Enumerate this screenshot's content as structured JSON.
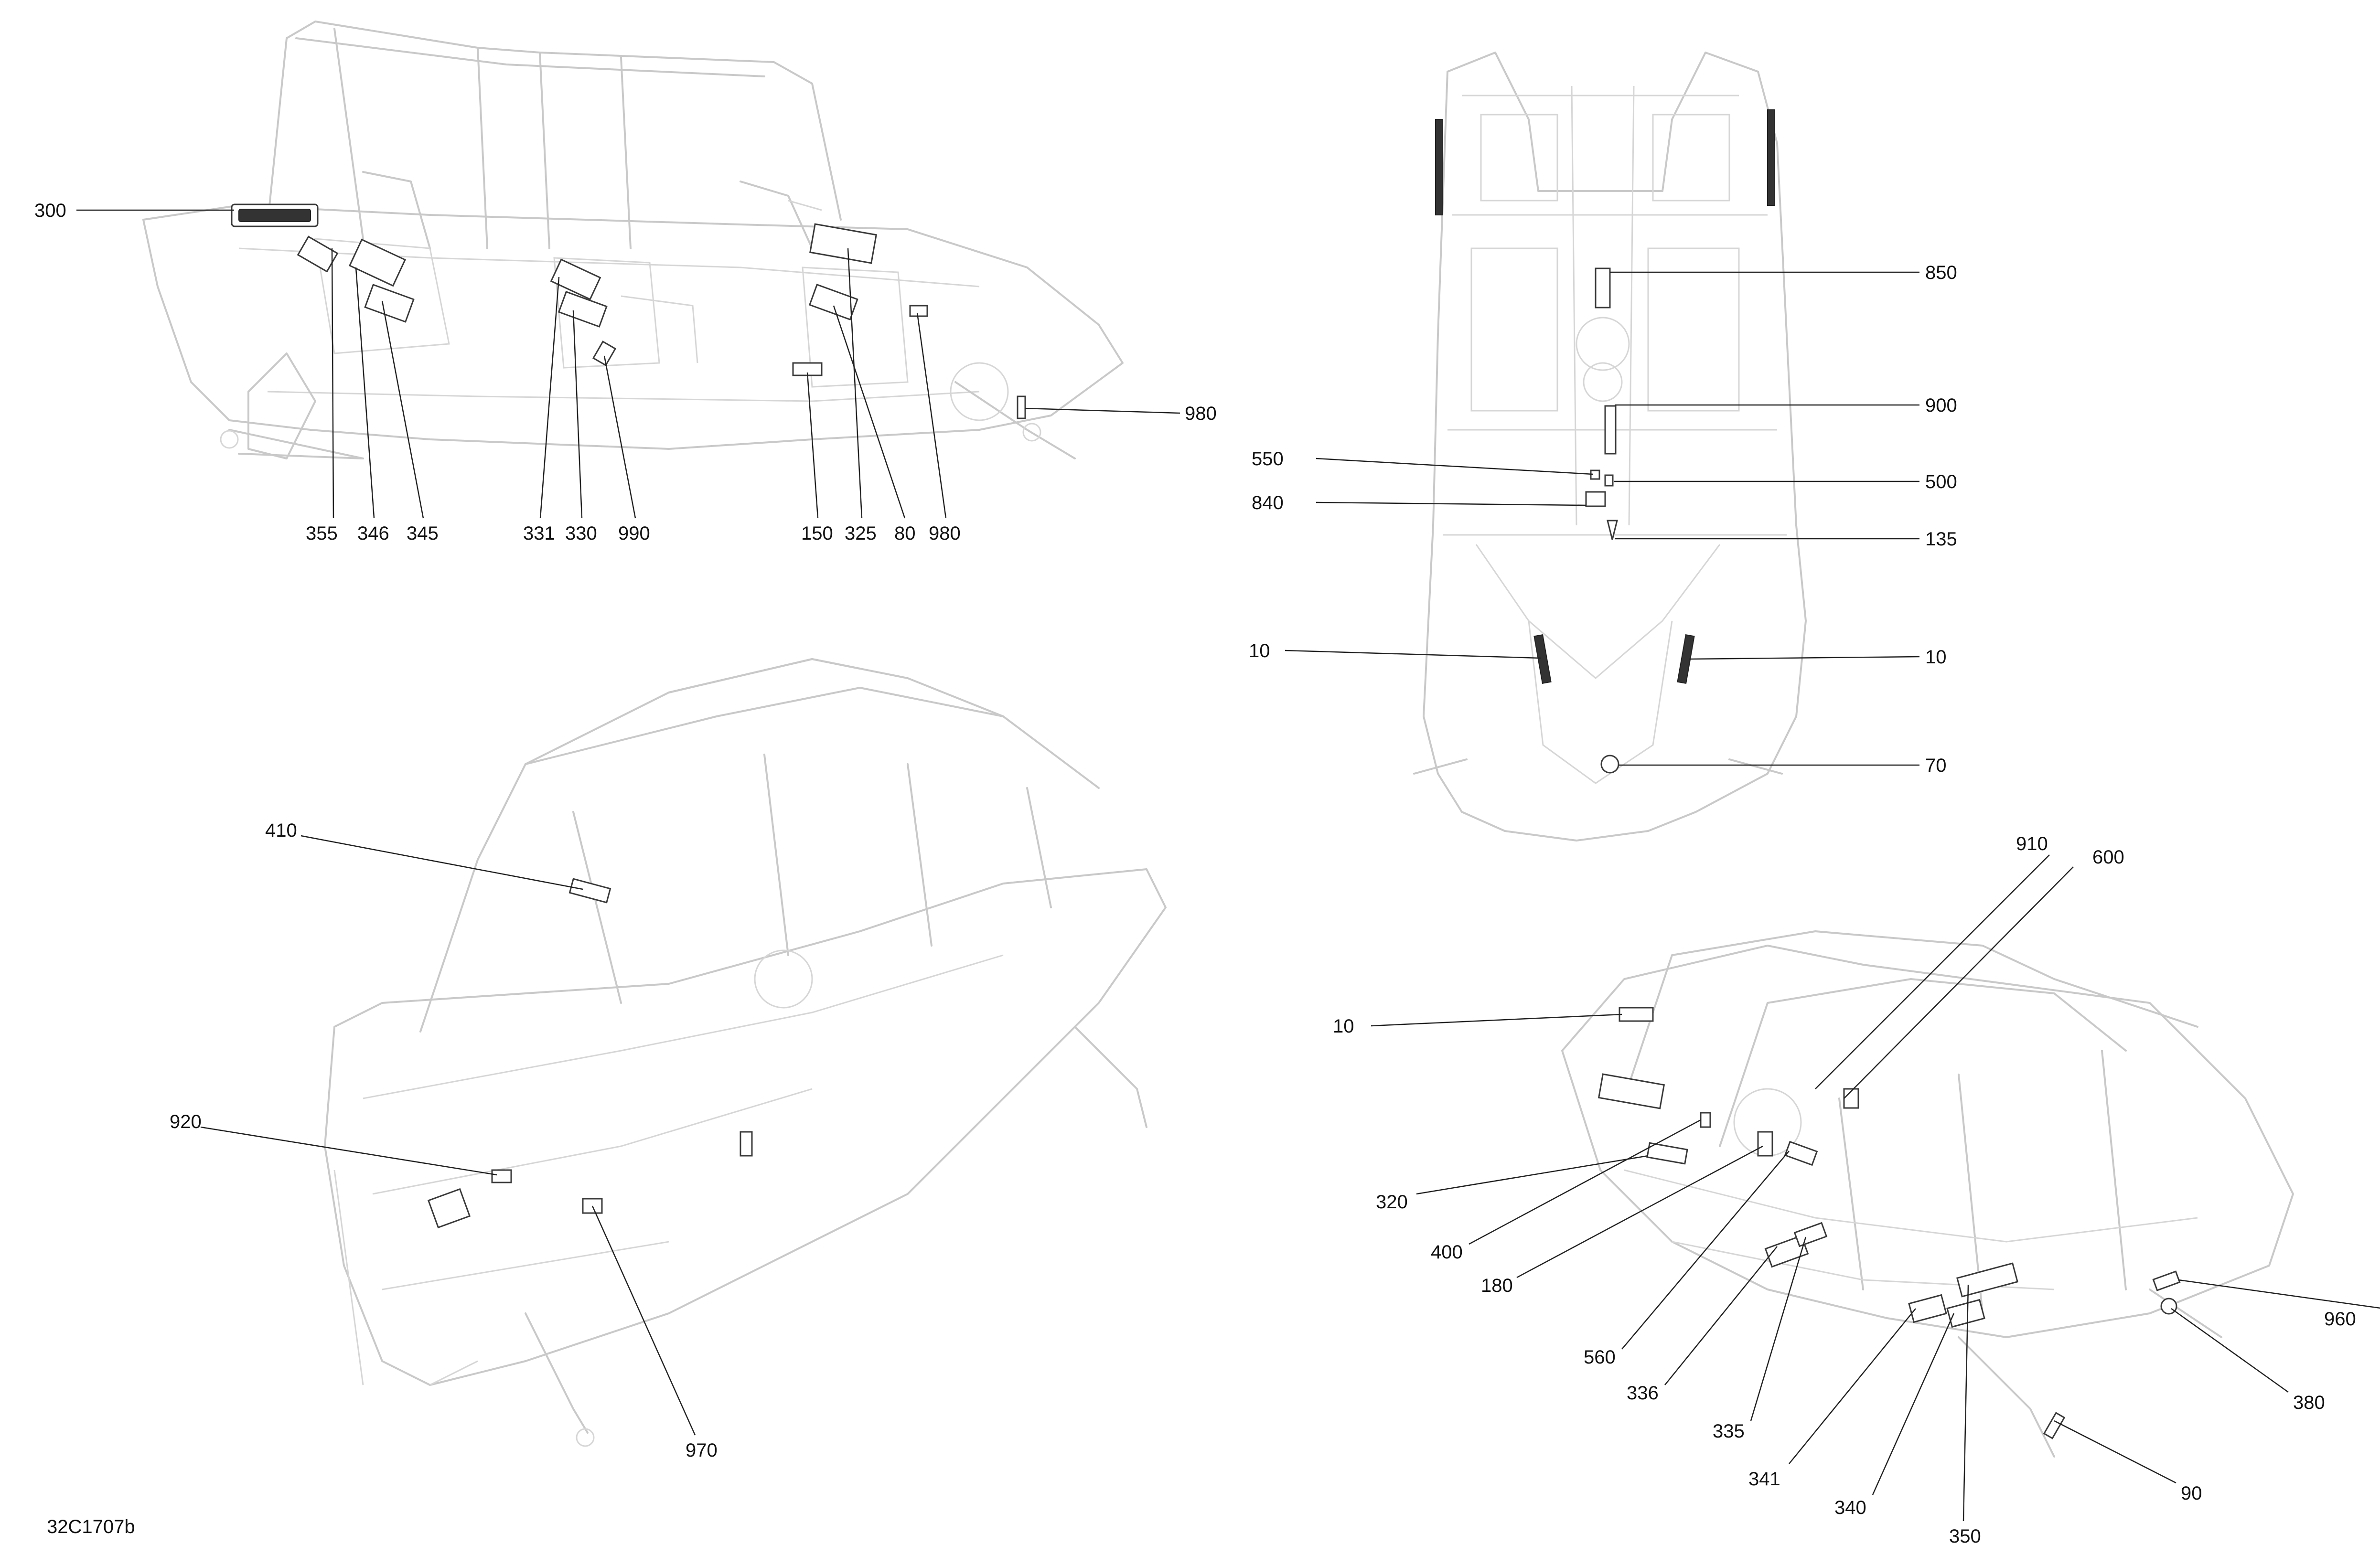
{
  "figure_code": "32C1707b",
  "views": [
    {
      "id": "side-view",
      "labels": [
        "300",
        "355",
        "346",
        "345",
        "331",
        "330",
        "990",
        "150",
        "325",
        "80",
        "980",
        "980"
      ]
    },
    {
      "id": "top-view",
      "labels": [
        "850",
        "900",
        "550",
        "500",
        "840",
        "135",
        "10",
        "10",
        "70"
      ]
    },
    {
      "id": "front-iso-view",
      "labels": [
        "410",
        "920",
        "970"
      ]
    },
    {
      "id": "rear-iso-view",
      "labels": [
        "910",
        "600",
        "10",
        "320",
        "400",
        "180",
        "560",
        "336",
        "335",
        "341",
        "340",
        "350",
        "90",
        "380",
        "960"
      ]
    }
  ]
}
